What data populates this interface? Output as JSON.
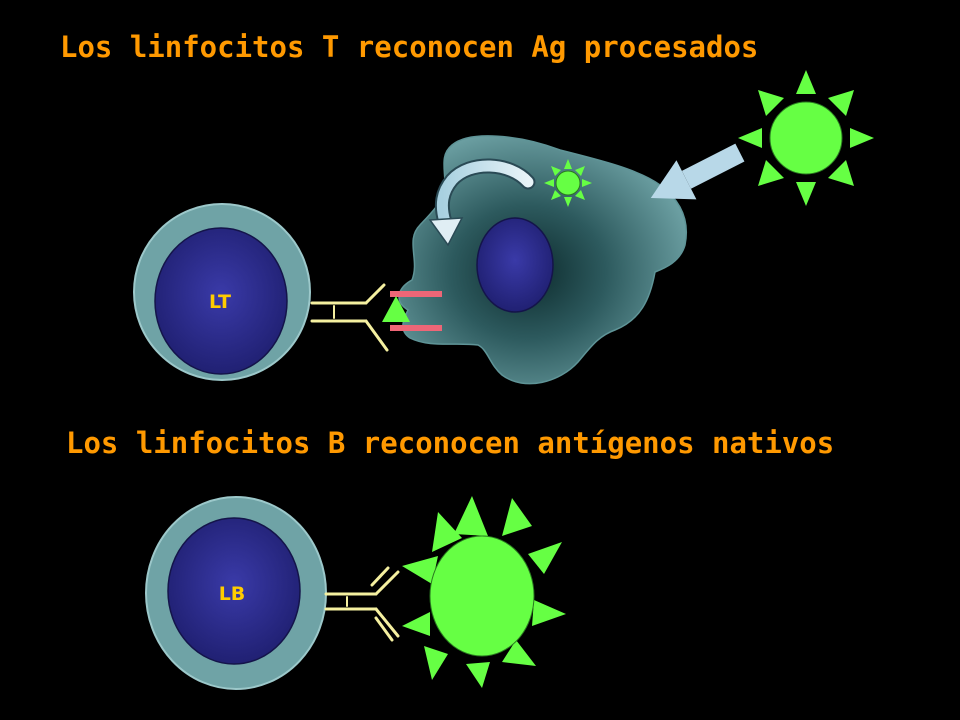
{
  "slide": {
    "title_t": "Los linfocitos T reconocen Ag procesados",
    "title_b": "Los linfocitos B reconocen antígenos nativos",
    "label_lt": "LT",
    "label_lb": "LB"
  },
  "colors": {
    "background": "#000000",
    "title_text": "#FF9900",
    "cell_outer": "#6FA3A6",
    "nucleus": "#2E2E8E",
    "receptor": "#F5F0A0",
    "antigen": "#66FF44",
    "mhc": "#EE6677",
    "arrow": "#B8D8E8",
    "label_text": "#FFCC00"
  },
  "icons": {
    "antigen": "spiky-antigen-icon",
    "arrow": "uptake-arrow-icon"
  }
}
